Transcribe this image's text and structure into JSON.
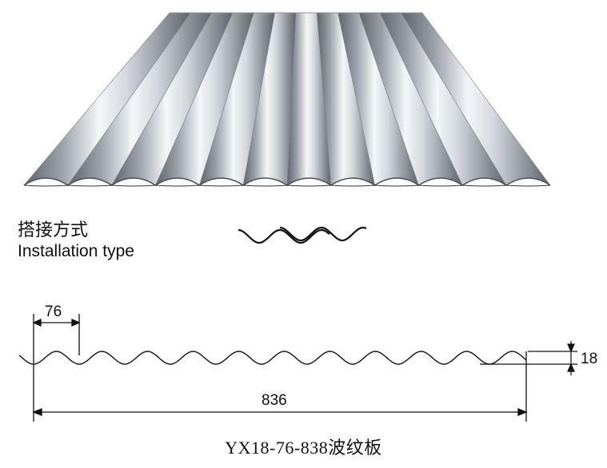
{
  "installation": {
    "label_zh": "搭接方式",
    "label_en": "Installation type"
  },
  "dimensions": {
    "pitch": "76",
    "width": "836",
    "height": "18"
  },
  "model": {
    "label": "YX18-76-838波纹板"
  },
  "colors": {
    "sheet_light": "#f4f6f8",
    "sheet_dark": "#6e747c",
    "line": "#111111"
  }
}
